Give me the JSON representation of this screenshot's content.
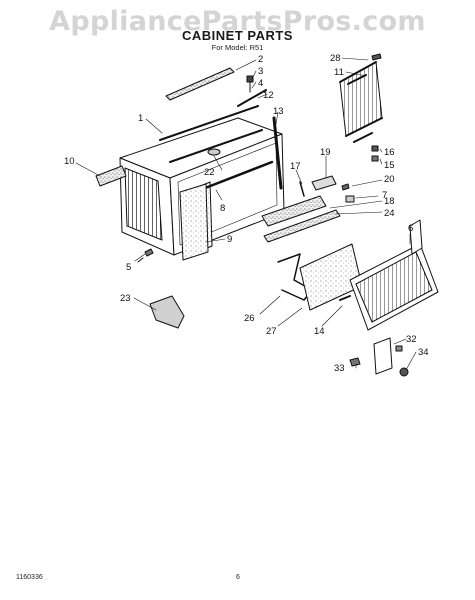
{
  "watermark": "AppliancePartsPros.com",
  "title": "CABINET PARTS",
  "subtitle": "For Model: R51",
  "footer": {
    "code": "1160336",
    "page": "6"
  },
  "callouts": {
    "c1": "1",
    "c2": "2",
    "c3": "3",
    "c4": "4",
    "c5": "5",
    "c6": "6",
    "c7": "7",
    "c8": "8",
    "c9": "9",
    "c10": "10",
    "c11": "11",
    "c12": "12",
    "c13": "13",
    "c14": "14",
    "c15": "15",
    "c16": "16",
    "c17": "17",
    "c18": "18",
    "c19": "19",
    "c20": "20",
    "c22": "22",
    "c23": "23",
    "c24": "24",
    "c26": "26",
    "c27": "27",
    "c28": "28",
    "c32": "32",
    "c33": "33",
    "c34": "34"
  }
}
